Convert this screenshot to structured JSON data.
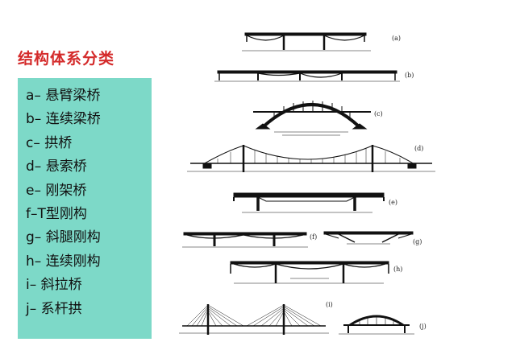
{
  "title": "结构体系分类",
  "legend": [
    {
      "code": "a",
      "name": "悬臂梁桥"
    },
    {
      "code": "b",
      "name": "连续梁桥"
    },
    {
      "code": "c",
      "name": "拱桥"
    },
    {
      "code": "d",
      "name": "悬索桥"
    },
    {
      "code": "e",
      "name": "刚架桥"
    },
    {
      "code": "f",
      "name": "T型刚构"
    },
    {
      "code": "g",
      "name": "斜腿刚构"
    },
    {
      "code": "h",
      "name": "连续刚构"
    },
    {
      "code": "i",
      "name": "斜拉桥"
    },
    {
      "code": "j",
      "name": "系杆拱"
    }
  ],
  "figure_labels": {
    "a": "(a)",
    "b": "(b)",
    "c": "(c)",
    "d": "(d)",
    "e": "(e)",
    "f": "(f)",
    "g": "(g)",
    "h": "(h)",
    "i": "(i)",
    "j": "(j)"
  },
  "colors": {
    "title": "#d42a2a",
    "legend_bg": "#7dd9c8"
  }
}
